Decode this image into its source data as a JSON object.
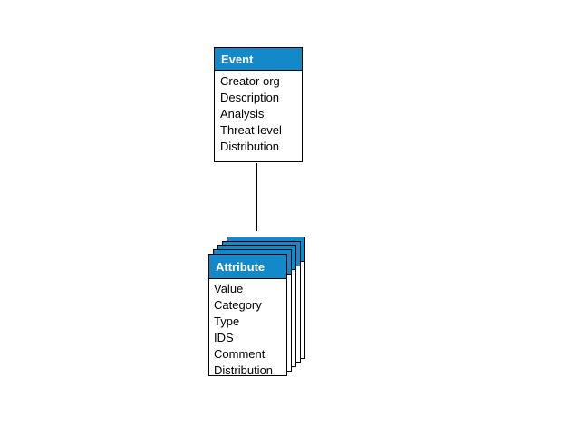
{
  "diagram": {
    "event": {
      "title": "Event",
      "fields": [
        "Creator org",
        "Description",
        "Analysis",
        "Threat level",
        "Distribution"
      ]
    },
    "attribute": {
      "title": "Attribute",
      "stacked_copies": 5,
      "fields": [
        "Value",
        "Category",
        "Type",
        "IDS",
        "Comment",
        "Distribution"
      ]
    },
    "connector": {
      "from": "Event",
      "to": "Attribute",
      "style": "straight-vertical-line"
    },
    "colors": {
      "header_fill": "#1389ca",
      "header_text": "#ffffff",
      "box_border": "#000000",
      "box_fill": "#ffffff",
      "body_text": "#000000",
      "connector_line": "#000000",
      "background": "#ffffff"
    }
  }
}
